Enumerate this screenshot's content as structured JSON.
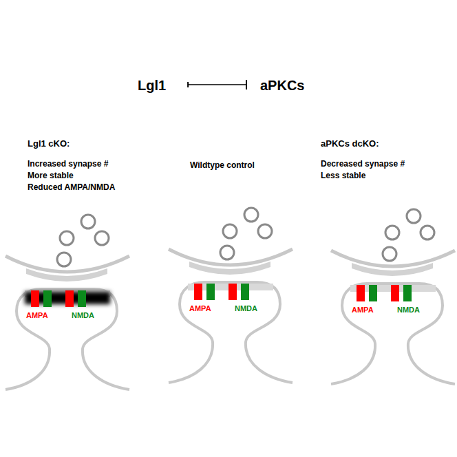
{
  "diagram": {
    "nodes": [
      {
        "text": [
          "Lgl1"
        ]
      },
      {
        "text": [
          "aPKCs"
        ]
      }
    ],
    "edges": [
      {
        "from": 0,
        "to": 1,
        "arrow": "to"
      }
    ],
    "labels": [
      "Lgl1 cKO:",
      "Increased synapse #",
      "More stable",
      "Reduced AMPA/NMDA",
      "Wildtype control",
      "aPKCs dcKO:",
      "Decreased synapse #",
      "Less stable",
      "AMPA",
      "NMDA",
      "AMPA",
      "NMDA",
      "AMPA",
      "NMDA"
    ]
  }
}
